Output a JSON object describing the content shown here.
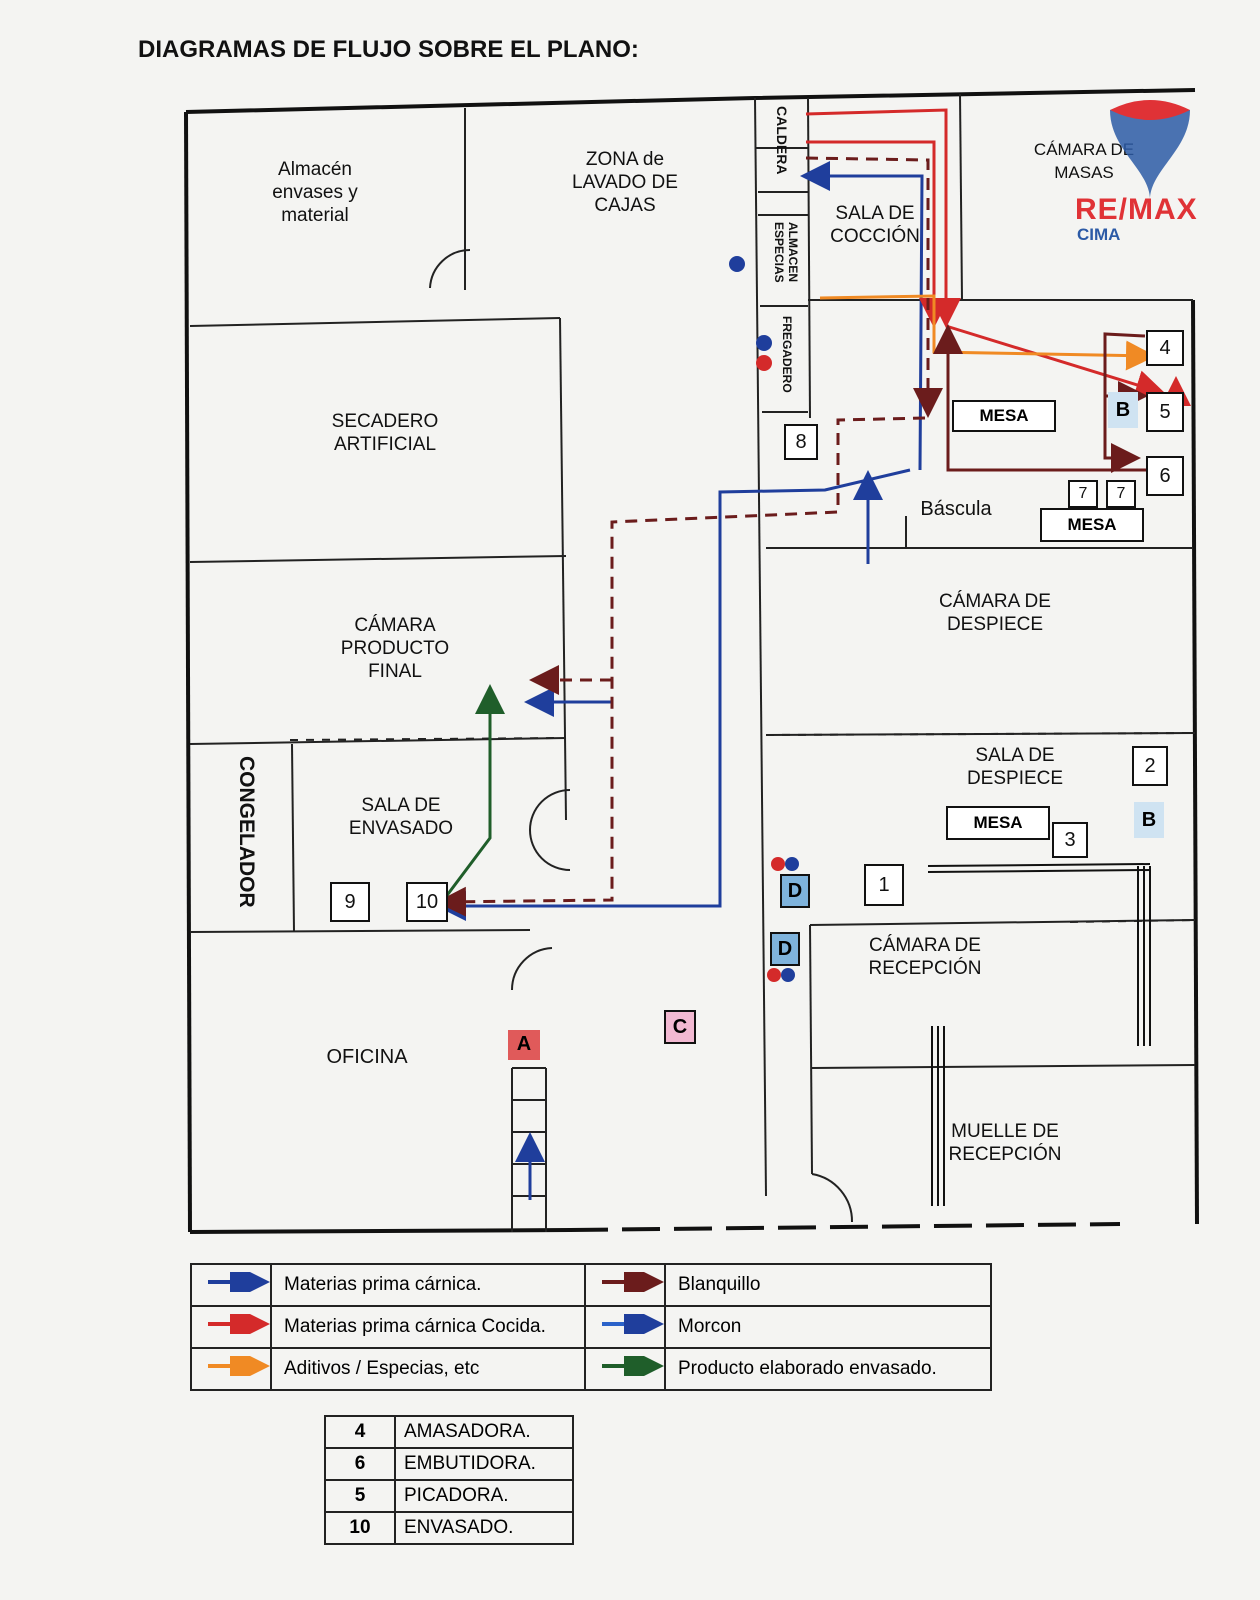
{
  "title": "DIAGRAMAS DE FLUJO SOBRE EL PLANO:",
  "rooms": {
    "almacen": "Almacén\nenvases y\nmaterial",
    "zona_lavado": "ZONA de\nLAVADO DE\nCAJAS",
    "caldera": "CALDERA",
    "camara_masas": "CÁMARA DE\nMASAS",
    "almacen_especias": "ALMACEN\nESPECIAS",
    "sala_coccion": "SALA DE\nCOCCIÓN",
    "fregadero": "FREGADERO",
    "secadero": "SECADERO\nARTIFICIAL",
    "bascula": "Báscula",
    "camara_despiece": "CÁMARA DE\nDESPIECE",
    "camara_producto": "CÁMARA\nPRODUCTO\nFINAL",
    "congelador": "CONGELADOR",
    "sala_envasado": "SALA DE\nENVASADO",
    "sala_despiece": "SALA DE\nDESPIECE",
    "camara_recepcion": "CÁMARA DE\nRECEPCIÓN",
    "oficina": "OFICINA",
    "muelle": "MUELLE DE\nRECEPCIÓN"
  },
  "mesa_label": "MESA",
  "machines": [
    "1",
    "2",
    "3",
    "4",
    "5",
    "6",
    "7",
    "7",
    "8",
    "9",
    "10"
  ],
  "letters": {
    "a": "A",
    "b": "B",
    "c": "C",
    "d": "D"
  },
  "legend": [
    {
      "label": "Materias prima cárnica.",
      "color": "#1f3e9c"
    },
    {
      "label": "Blanquillo",
      "color": "#6b1c1c"
    },
    {
      "label": "Materias prima cárnica Cocida.",
      "color": "#d42a2a"
    },
    {
      "label": "Morcon",
      "color": "#2a62c9"
    },
    {
      "label": "Aditivos / Especias, etc",
      "color": "#f08a24"
    },
    {
      "label": "Producto elaborado envasado.",
      "color": "#1f5e2a"
    }
  ],
  "machine_legend": [
    {
      "num": "4",
      "name": "AMASADORA."
    },
    {
      "num": "6",
      "name": "EMBUTIDORA."
    },
    {
      "num": "5",
      "name": "PICADORA."
    },
    {
      "num": "10",
      "name": "ENVASADO."
    }
  ],
  "logo": {
    "text": "RE/MAX",
    "sub": "CIMA",
    "badge": "RE/MAX"
  }
}
